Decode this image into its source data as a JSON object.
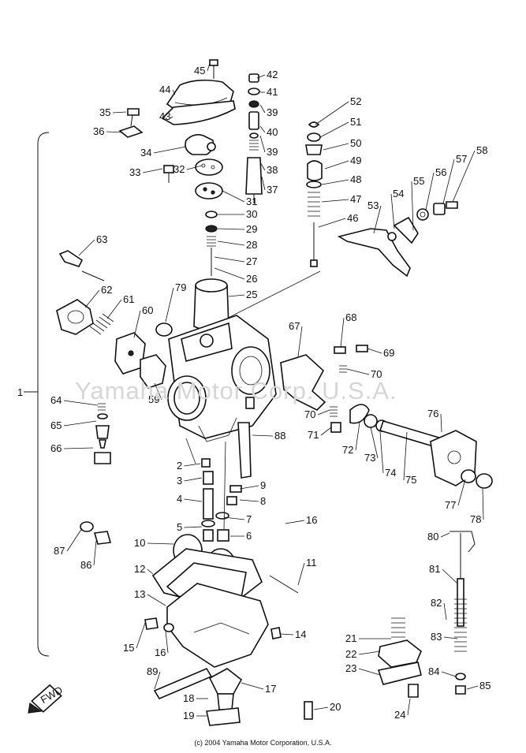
{
  "watermark": "Yamaha Motor Corp. U.S.A.",
  "copyright": "(c) 2004 Yamaha Motor Corporation, U.S.A.",
  "fwd_label": "FWD",
  "group_bracket_label": "1",
  "callouts": [
    {
      "num": "45"
    },
    {
      "num": "42"
    },
    {
      "num": "44"
    },
    {
      "num": "41"
    },
    {
      "num": "43"
    },
    {
      "num": "39"
    },
    {
      "num": "52"
    },
    {
      "num": "35"
    },
    {
      "num": "40"
    },
    {
      "num": "51"
    },
    {
      "num": "36"
    },
    {
      "num": "39"
    },
    {
      "num": "50"
    },
    {
      "num": "34"
    },
    {
      "num": "58"
    },
    {
      "num": "49"
    },
    {
      "num": "38"
    },
    {
      "num": "57"
    },
    {
      "num": "33"
    },
    {
      "num": "32"
    },
    {
      "num": "56"
    },
    {
      "num": "48"
    },
    {
      "num": "37"
    },
    {
      "num": "55"
    },
    {
      "num": "31"
    },
    {
      "num": "54"
    },
    {
      "num": "47"
    },
    {
      "num": "53"
    },
    {
      "num": "30"
    },
    {
      "num": "29"
    },
    {
      "num": "46"
    },
    {
      "num": "63"
    },
    {
      "num": "28"
    },
    {
      "num": "27"
    },
    {
      "num": "26"
    },
    {
      "num": "62"
    },
    {
      "num": "79"
    },
    {
      "num": "25"
    },
    {
      "num": "61"
    },
    {
      "num": "60"
    },
    {
      "num": "68"
    },
    {
      "num": "67"
    },
    {
      "num": "69"
    },
    {
      "num": "70"
    },
    {
      "num": "59"
    },
    {
      "num": "64"
    },
    {
      "num": "76"
    },
    {
      "num": "65"
    },
    {
      "num": "70"
    },
    {
      "num": "88"
    },
    {
      "num": "71"
    },
    {
      "num": "66"
    },
    {
      "num": "72"
    },
    {
      "num": "73"
    },
    {
      "num": "74"
    },
    {
      "num": "75"
    },
    {
      "num": "2"
    },
    {
      "num": "3"
    },
    {
      "num": "9"
    },
    {
      "num": "77"
    },
    {
      "num": "4"
    },
    {
      "num": "8"
    },
    {
      "num": "78"
    },
    {
      "num": "7"
    },
    {
      "num": "16"
    },
    {
      "num": "5"
    },
    {
      "num": "6"
    },
    {
      "num": "80"
    },
    {
      "num": "87"
    },
    {
      "num": "10"
    },
    {
      "num": "86"
    },
    {
      "num": "11"
    },
    {
      "num": "81"
    },
    {
      "num": "12"
    },
    {
      "num": "13"
    },
    {
      "num": "82"
    },
    {
      "num": "14"
    },
    {
      "num": "83"
    },
    {
      "num": "21"
    },
    {
      "num": "15"
    },
    {
      "num": "16"
    },
    {
      "num": "22"
    },
    {
      "num": "23"
    },
    {
      "num": "84"
    },
    {
      "num": "89"
    },
    {
      "num": "85"
    },
    {
      "num": "17"
    },
    {
      "num": "18"
    },
    {
      "num": "20"
    },
    {
      "num": "19"
    },
    {
      "num": "24"
    }
  ]
}
